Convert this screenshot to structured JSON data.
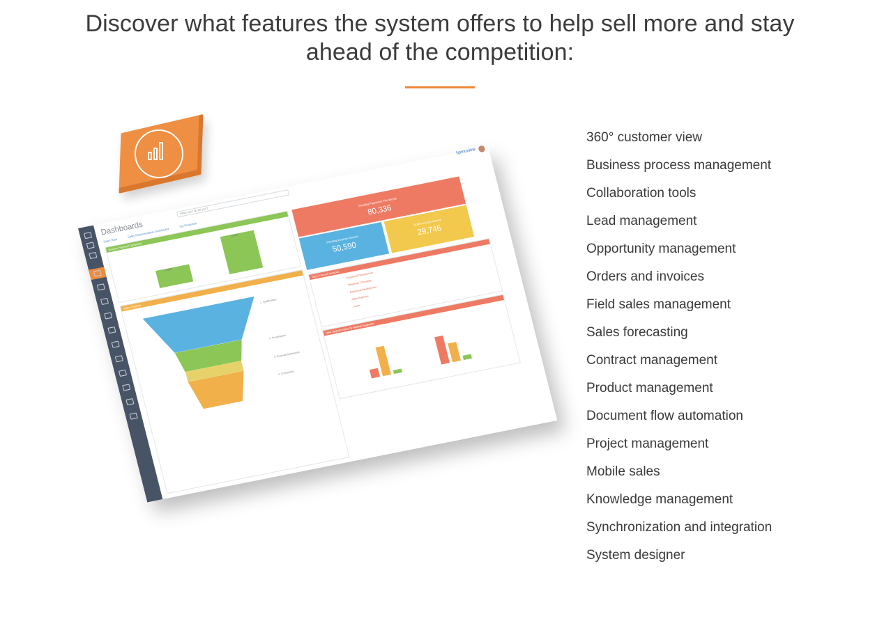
{
  "header": {
    "headline_line1": "Discover what features the system offers to help sell more and stay",
    "headline_line2": "ahead of the competition:"
  },
  "colors": {
    "accent": "#f0883a",
    "text": "#3a3a3a",
    "sidebar": "#475466",
    "green": "#8bc656",
    "red": "#ee7a63",
    "yellow": "#f2c94c",
    "blue": "#5ab2e0",
    "orange": "#f2b04a"
  },
  "features": [
    "360° customer view",
    "Business process management",
    "Collaboration tools",
    "Lead management",
    "Opportunity management",
    "Orders and invoices",
    "Field sales management",
    "Sales forecasting",
    "Contract management",
    "Product management",
    "Document flow automation",
    "Project management",
    "Mobile sales",
    "Knowledge management",
    "Synchronization and integration",
    "System designer"
  ],
  "illustration": {
    "icon": "bar-chart-icon",
    "screen": {
      "title": "Dashboards",
      "brand": "bpmonline",
      "search_placeholder": "What can I do for you?",
      "tabs": [
        "Sales Rate",
        "Sales Representative Dashboard",
        "Top Reduction"
      ],
      "panels": {
        "invoice": {
          "title": "Invoice Payment Dynamics",
          "bar_labels": [
            "27,000",
            "70,800"
          ]
        },
        "pipeline": {
          "title": "Sales Pipeline",
          "stages": [
            "1. Qualification",
            "2. Presentation",
            "3. Proposal Submission",
            "4. Contracting"
          ]
        },
        "kpi_top": {
          "label": "Pending Payments This Month",
          "value": "80,336"
        },
        "kpi_left": {
          "label": "Pending Invoices Amount",
          "value": "50,590"
        },
        "kpi_right": {
          "label": "Draft Invoices Amount",
          "value": "29,746"
        },
        "top_invoices": {
          "title": "Top 5 Unpaid Invoices",
          "rows": [
            "Rosewood Development",
            "Wheelster Consulting",
            "Rosewood Development",
            "Alpha Business",
            "Acorn"
          ]
        },
        "opportunities": {
          "title": "New Opportunities by Market Segment"
        }
      }
    }
  }
}
